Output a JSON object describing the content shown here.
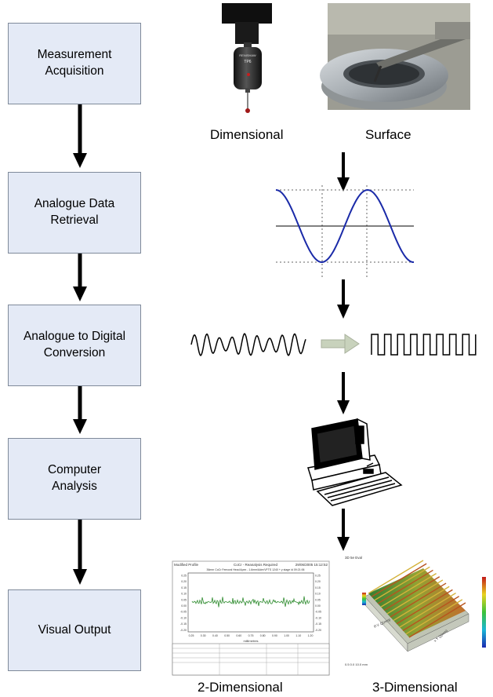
{
  "flow_steps": [
    {
      "label": "Measurement\nAcquisition"
    },
    {
      "label": "Analogue Data\nRetrieval"
    },
    {
      "label": "Analogue to Digital\nConversion"
    },
    {
      "label": "Computer\nAnalysis"
    },
    {
      "label": "Visual Output"
    }
  ],
  "captions": {
    "dimensional": "Dimensional",
    "surface": "Surface",
    "two_d": "2-Dimensional",
    "three_d": "3-Dimensional"
  },
  "colors": {
    "box_fill": "#e4eaf6",
    "sine_wave": "#1a2aa8",
    "gray_arrow": "#c8d2bc"
  },
  "probe_text": {
    "brand": "RENISHAW",
    "model": "TP6"
  },
  "report_2d": {
    "title_left": "Modified Profile",
    "title_center": "CoCr - Reanalysis Required",
    "title_right": "29/06/2005 15:12:52",
    "subtitle": "36mm CoCr Femoral Head Apex - 1.6mm/Adm/VFTS 1240 + y stage  id 09:21:06",
    "xlabel": "millimetres",
    "y_ticks": [
      "0.25",
      "0.20",
      "0.15",
      "0.10",
      "0.05",
      "0.00",
      "-0.05",
      "-0.10",
      "-0.15",
      "-0.20"
    ],
    "x_ticks": [
      "0.25",
      "0.30",
      "0.40",
      "0.50",
      "0.60",
      "0.75",
      "0.80",
      "0.90",
      "1.00",
      "1.10",
      "1.20"
    ]
  },
  "surface_3d": {
    "corner_label": "3D 5e Eval",
    "axis_x": "P.Y. Q(mm)",
    "axis_y": "x Y Q(mm)",
    "footer": "0.5 0.0   10.0 mm"
  }
}
